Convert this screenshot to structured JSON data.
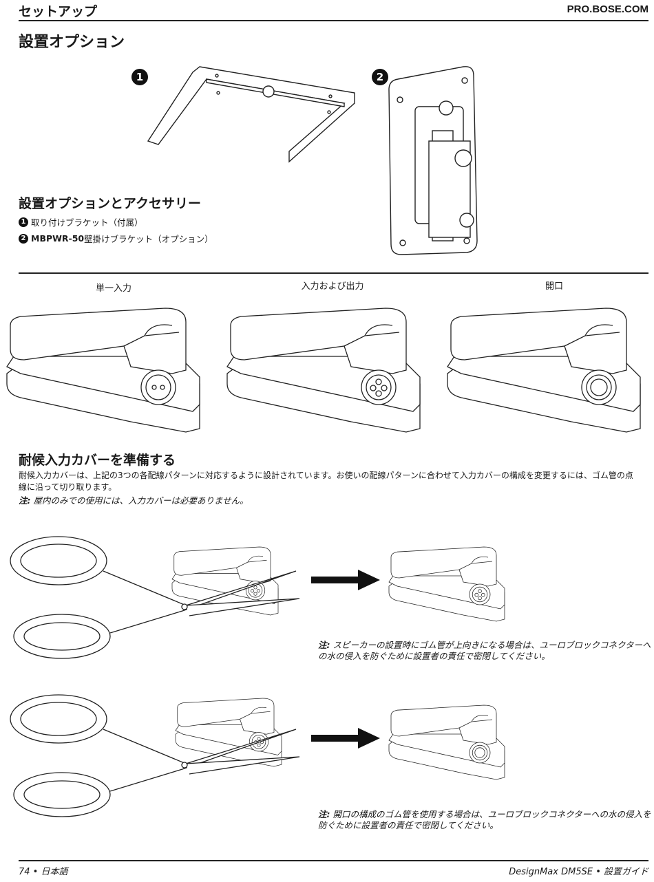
{
  "header": {
    "section": "セットアップ",
    "site": "PRO.BOSE.COM"
  },
  "title": "設置オプション",
  "figure1": {
    "callouts": [
      "1",
      "2"
    ]
  },
  "accessories": {
    "heading": "設置オプションとアクセサリー",
    "items": [
      {
        "num": "1",
        "text": "取り付けブラケット（付属）"
      },
      {
        "num": "2",
        "model": "MBPWR-50",
        "text": "壁掛けブラケット（オプション）"
      }
    ]
  },
  "configs": {
    "labels": [
      "単一入力",
      "入力および出力",
      "開口"
    ]
  },
  "cover": {
    "heading": "耐候入力カバーを準備する",
    "body": "耐候入力カバーは、上記の3つの各配線パターンに対応するように設計されています。お使いの配線パターンに合わせて入力カバーの構成を変更するには、ゴム管の点線に沿って切り取ります。",
    "note_label": "注:",
    "note": "屋内のみでの使用には、入力カバーは必要ありません。"
  },
  "steps": [
    {
      "note_label": "注:",
      "note": "スピーカーの設置時にゴム管が上向きになる場合は、ユーロブロックコネクターへの水の侵入を防ぐために設置者の責任で密閉してください。"
    },
    {
      "note_label": "注:",
      "note": "開口の構成のゴム管を使用する場合は、ユーロブロックコネクターへの水の侵入を防ぐために設置者の責任で密閉してください。"
    }
  ],
  "footer": {
    "page": "74 • 日本語",
    "doc": "DesignMax DM5SE • 設置ガイド"
  }
}
